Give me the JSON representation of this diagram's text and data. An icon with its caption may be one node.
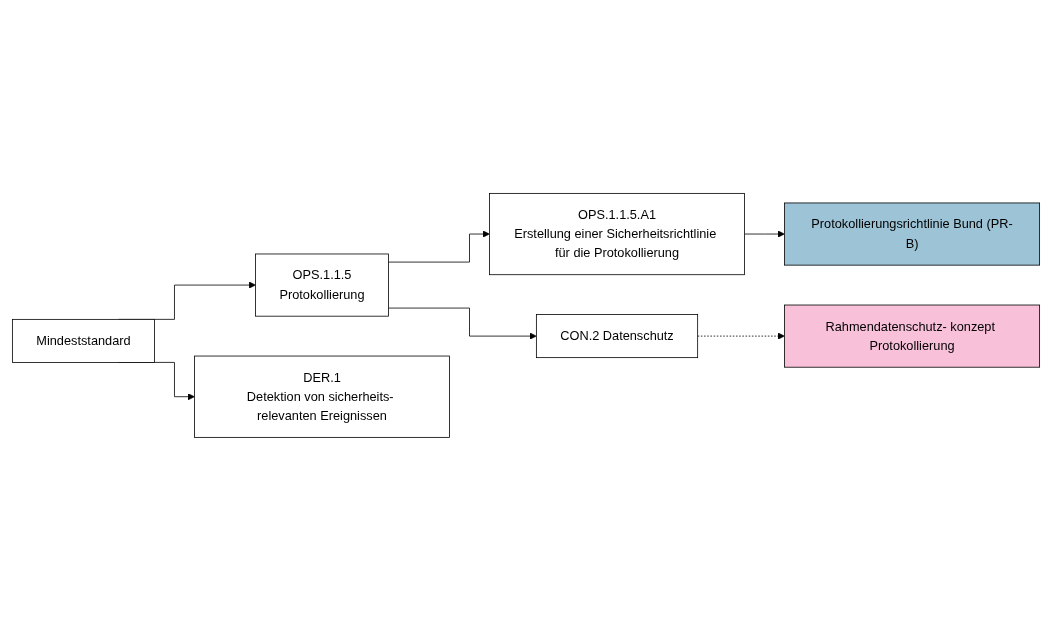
{
  "diagram": {
    "nodes": [
      {
        "text": [
          "Mindeststandard"
        ]
      },
      {
        "text": [
          "OPS.1.1.5",
          "Protokollierung"
        ]
      },
      {
        "text": [
          "OPS.1.1.5.A1",
          "Erstellung einer Sicherheitsrichtlinie für die Protokollierung"
        ]
      },
      {
        "text": [
          "Protokollierungsrichtlinie Bund (PR-B)"
        ]
      },
      {
        "text": [
          "CON.2 Datenschutz"
        ]
      },
      {
        "text": [
          "Rahmendatenschutz- konzept Protokollierung"
        ]
      },
      {
        "text": [
          "DER.1",
          "Detektion von sicherheits- relevanten Ereignissen"
        ]
      }
    ],
    "edges": [
      {
        "from": 0,
        "to": 1,
        "arrow": "to"
      },
      {
        "from": 0,
        "to": 6,
        "arrow": "to"
      },
      {
        "from": 1,
        "to": 2,
        "arrow": "to"
      },
      {
        "from": 1,
        "to": 4,
        "arrow": "to"
      },
      {
        "from": 2,
        "to": 3,
        "arrow": "to"
      },
      {
        "from": 4,
        "to": 5,
        "arrow": "to",
        "style": "dashed"
      }
    ]
  }
}
